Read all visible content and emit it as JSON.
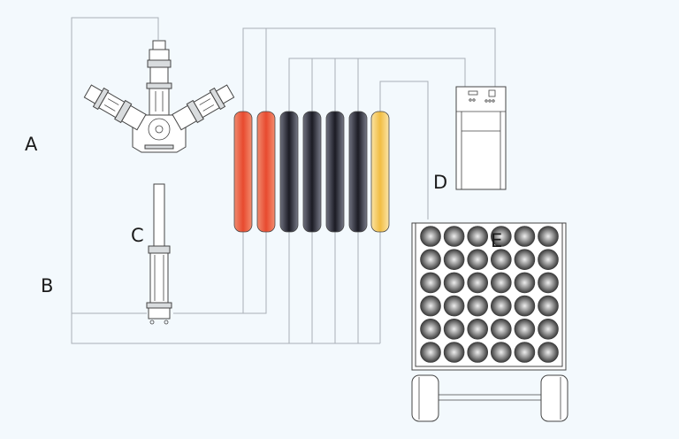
{
  "labels": {
    "a": "A",
    "b": "B",
    "c": "C",
    "d": "D",
    "e": "E"
  },
  "components": {
    "compressor": {
      "icon": "compressor-icon"
    },
    "cylinder": {
      "icon": "hydraulic-cylinder-icon"
    },
    "controller": {
      "icon": "control-cabinet-icon"
    },
    "tanks": {
      "icon": "gas-cylinder-icon",
      "colors": [
        "#ee5a3e",
        "#ee5a3e",
        "#22222d",
        "#22222d",
        "#22222d",
        "#22222d",
        "#f3c652"
      ]
    },
    "trailer": {
      "icon": "tube-trailer-icon",
      "rows": 6,
      "cols": 6
    }
  },
  "colors": {
    "wire": "#a9b0b6",
    "outline": "#454545",
    "background": "#f3f9fd"
  }
}
